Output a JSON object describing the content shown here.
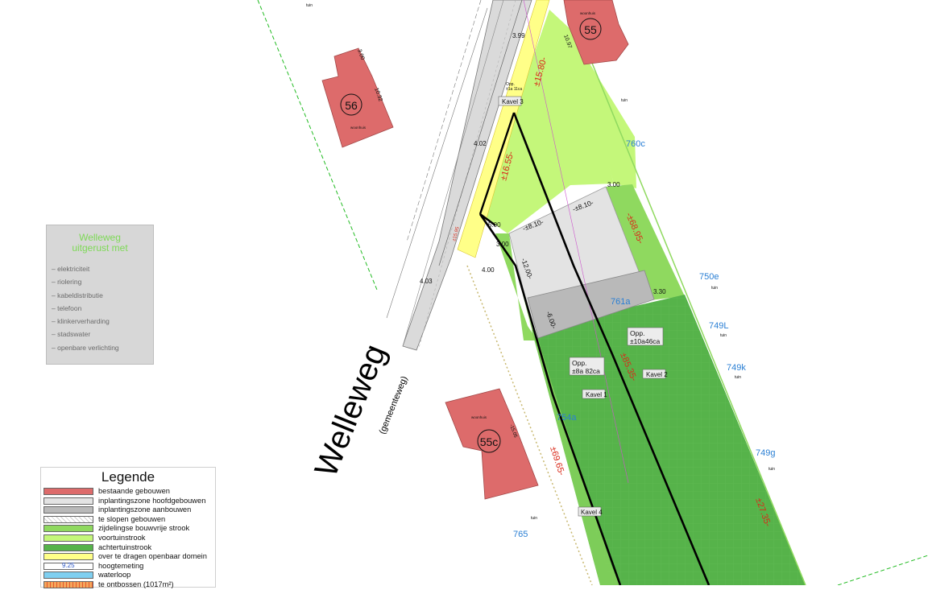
{
  "street": {
    "name": "Welleweg",
    "subtitle": "(gemeenteweg)"
  },
  "parcels": {
    "p760c": "760c",
    "p750e": "750e",
    "p749L": "749L",
    "p749k": "749k",
    "p749g": "749g",
    "p761a": "761a",
    "p754a": "754a",
    "p765": "765"
  },
  "buildings": {
    "b55": "55",
    "b56": "56",
    "b55c": "55c",
    "woonhuis": "woonhuis"
  },
  "plots": {
    "kavel1": "Kavel 1",
    "kavel2": "Kavel 2",
    "kavel3": "Kavel 3",
    "kavel4": "Kavel 4",
    "opp1_line1": "Opp.",
    "opp1_line2": "±8a 82ca",
    "opp2_line1": "Opp.",
    "opp2_line2": "±10a46ca",
    "opp3_line1": "Opp.",
    "opp3_line2": "±1a 11ca"
  },
  "dimensions": {
    "d1580": "±15.80-",
    "d1655": "±16.55-",
    "d6895": "-±68.95-",
    "d6965": "±69.65-",
    "d8535": "±85.35-",
    "d2735": "±27.35-",
    "d810a": "-±8.10-",
    "d810b": "-±8.10-",
    "d1200": "-12.00-",
    "d600": "-6.00-",
    "d300a": "3.00",
    "d300b": "3.00",
    "d330": "3.30",
    "d500": "5.00",
    "d400": "4.00",
    "d403": "4.03",
    "d399": "3.99",
    "d402": "4.02",
    "d1097": "10.97",
    "d1032": "10.32",
    "d300c": "3.00",
    "d1505": "-15.05",
    "d1595": "±15.95"
  },
  "tuin": {
    "t1": "tuin",
    "t2": "tuin",
    "t3": "tuin",
    "t4": "tuin",
    "t5": "tuin",
    "t6": "tuin",
    "t7": "tuin"
  },
  "info_box": {
    "title_line1": "Welleweg",
    "title_line2": "uitgerust met",
    "items": [
      "elektriciteit",
      "riolering",
      "kabeldistributie",
      "telefoon",
      "klinkerverharding",
      "stadswater",
      "openbare verlichting"
    ]
  },
  "legend": {
    "title": "Legende",
    "items": [
      {
        "label": "bestaande gebouwen",
        "color": "#dd6b6b"
      },
      {
        "label": "inplantingszone hoofdgebouwen",
        "color": "#e3e3e3"
      },
      {
        "label": "inplantingszone aanbouwen",
        "color": "#b9b9b9"
      },
      {
        "label": "te slopen gebouwen",
        "color": "#ffffff"
      },
      {
        "label": "zijdelingse bouwvrije strook",
        "color": "#8fd95f"
      },
      {
        "label": "voortuinstrook",
        "color": "#c4f77a"
      },
      {
        "label": "achtertuinstrook",
        "color": "#56b34a"
      },
      {
        "label": "over te dragen openbaar domein",
        "color": "#ffff88"
      },
      {
        "label": "hoogtemeting",
        "color": "#ffffff",
        "sample": "9.25"
      },
      {
        "label": "waterloop",
        "color": "#7fcff0"
      },
      {
        "label": "te ontbossen (1017m²)",
        "color": "#f5a65b"
      }
    ]
  },
  "colors": {
    "buildings": "#dd6b6b",
    "front_yard": "#c4f77a",
    "side_strip": "#8fd95f",
    "back_yard": "#56b34a",
    "public_domain": "#ffff88",
    "main_zone": "#e3e3e3",
    "annex_zone": "#b9b9b9",
    "parcel_text": "#2a7fd4",
    "dimension_red": "#d92a1a"
  }
}
